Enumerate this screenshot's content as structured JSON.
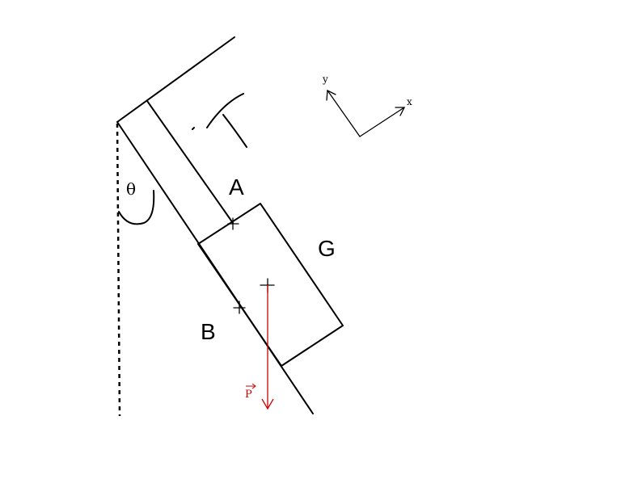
{
  "labels": {
    "point_a": "A",
    "point_b": "B",
    "center_g": "G",
    "angle": "θ",
    "force": "P",
    "axis_x": "x",
    "axis_y": "y"
  },
  "colors": {
    "ink": "#000000",
    "force": "#cc0000",
    "background": "#ffffff"
  }
}
